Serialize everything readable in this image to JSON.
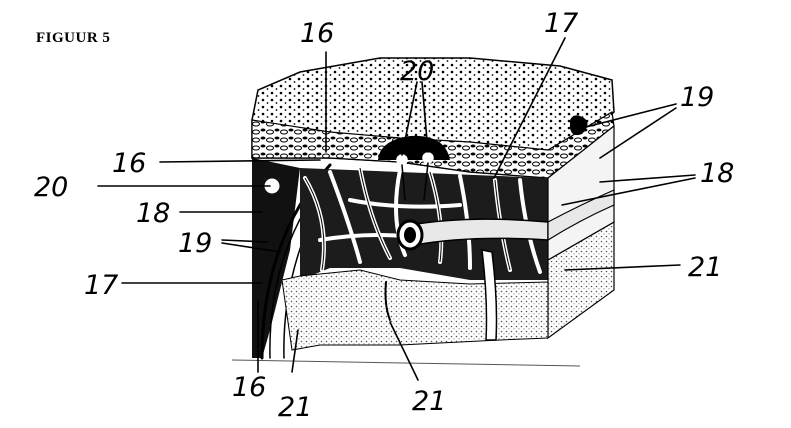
{
  "figure": {
    "caption": "FIGUUR 5"
  },
  "labels": [
    {
      "id": "16-top",
      "text": "16"
    },
    {
      "id": "16-mid",
      "text": "16"
    },
    {
      "id": "16-bottom",
      "text": "16"
    },
    {
      "id": "17-top",
      "text": "17"
    },
    {
      "id": "17-left",
      "text": "17"
    },
    {
      "id": "18-left",
      "text": "18"
    },
    {
      "id": "18-right",
      "text": "18"
    },
    {
      "id": "19-left",
      "text": "19"
    },
    {
      "id": "19-right",
      "text": "19"
    },
    {
      "id": "20-top",
      "text": "20"
    },
    {
      "id": "20-left",
      "text": "20"
    },
    {
      "id": "21-right",
      "text": "21"
    },
    {
      "id": "21-bottom-left",
      "text": "21"
    },
    {
      "id": "21-bottom-center",
      "text": "21"
    }
  ]
}
